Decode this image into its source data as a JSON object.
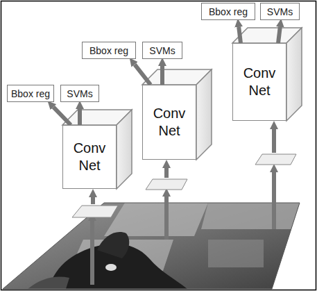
{
  "diagram": {
    "nodes": [
      {
        "text": [
          "Bbox reg"
        ]
      },
      {
        "text": [
          "SVMs"
        ]
      },
      {
        "text": [
          "Conv Net"
        ]
      },
      {
        "text": [
          "Bbox reg"
        ]
      },
      {
        "text": [
          "SVMs"
        ]
      },
      {
        "text": [
          "Conv Net"
        ]
      },
      {
        "text": [
          "Bbox reg"
        ]
      },
      {
        "text": [
          "SVMs"
        ]
      },
      {
        "text": [
          "Conv Net"
        ]
      }
    ],
    "edges": [
      {
        "from": 2,
        "to": 0,
        "arrow": "to"
      },
      {
        "from": 2,
        "to": 1,
        "arrow": "to"
      },
      {
        "from": 5,
        "to": 3,
        "arrow": "to"
      },
      {
        "from": 5,
        "to": 4,
        "arrow": "to"
      },
      {
        "from": 8,
        "to": 6,
        "arrow": "to"
      },
      {
        "from": 8,
        "to": 7,
        "arrow": "to"
      }
    ]
  }
}
